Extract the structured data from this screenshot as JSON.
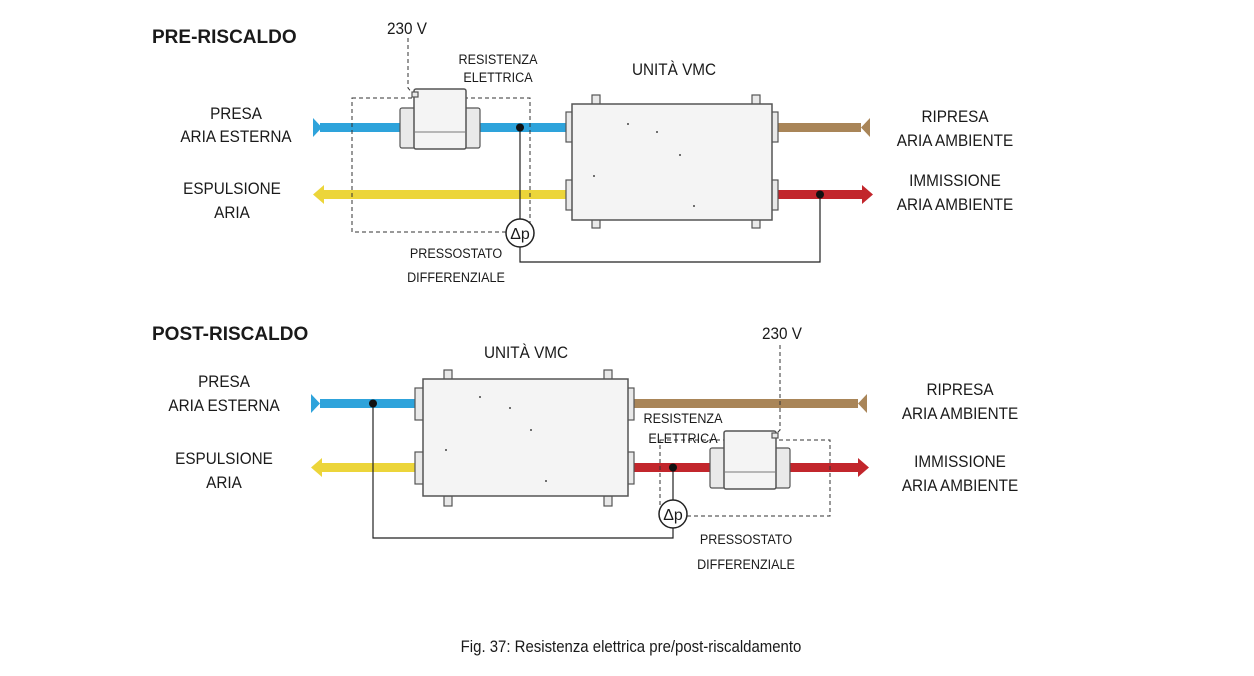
{
  "colors": {
    "fresh_air": "#2ea3db",
    "exhaust_air": "#ecd53a",
    "extract_air": "#a98558",
    "supply_air": "#c2262c"
  },
  "pre": {
    "title": "PRE-RISCALDO",
    "voltage": "230 V",
    "heater_line1": "RESISTENZA",
    "heater_line2": "ELETTRICA",
    "unit": "UNITÀ VMC",
    "presa_line1": "PRESA",
    "presa_line2": "ARIA ESTERNA",
    "espulsione_line1": "ESPULSIONE",
    "espulsione_line2": "ARIA",
    "ripresa_line1": "RIPRESA",
    "ripresa_line2": "ARIA AMBIENTE",
    "immissione_line1": "IMMISSIONE",
    "immissione_line2": "ARIA AMBIENTE",
    "dp_symbol": "Δp",
    "switch_line1": "PRESSOSTATO",
    "switch_line2": "DIFFERENZIALE"
  },
  "post": {
    "title": "POST-RISCALDO",
    "voltage": "230 V",
    "heater_line1": "RESISTENZA",
    "heater_line2": "ELETTRICA",
    "unit": "UNITÀ VMC",
    "presa_line1": "PRESA",
    "presa_line2": "ARIA ESTERNA",
    "espulsione_line1": "ESPULSIONE",
    "espulsione_line2": "ARIA",
    "ripresa_line1": "RIPRESA",
    "ripresa_line2": "ARIA AMBIENTE",
    "immissione_line1": "IMMISSIONE",
    "immissione_line2": "ARIA AMBIENTE",
    "dp_symbol": "Δp",
    "switch_line1": "PRESSOSTATO",
    "switch_line2": "DIFFERENZIALE"
  },
  "caption": "Fig. 37: Resistenza elettrica pre/post-riscaldamento"
}
